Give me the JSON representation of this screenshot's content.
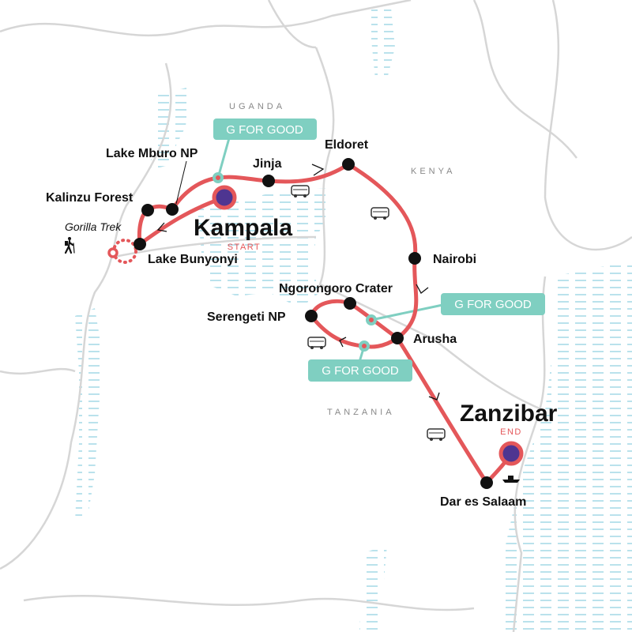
{
  "colors": {
    "route": "#e4575a",
    "stop": "#111111",
    "start_end_fill": "#4e3591",
    "g_for_good": "#7fcfc1",
    "border": "#d6d6d6",
    "water": "#a8dbe8"
  },
  "countries": [
    "UGANDA",
    "KENYA",
    "TANZANIA"
  ],
  "stops": {
    "kampala": "Kampala",
    "kampala_tag": "START",
    "jinja": "Jinja",
    "eldoret": "Eldoret",
    "nairobi": "Nairobi",
    "arusha": "Arusha",
    "ngorongoro": "Ngorongoro Crater",
    "serengeti": "Serengeti NP",
    "lake_mburo": "Lake Mburo NP",
    "kalinzu": "Kalinzu Forest",
    "lake_bunyonyi": "Lake Bunyonyi",
    "gorilla_trek": "Gorilla Trek",
    "dar": "Dar es Salaam",
    "zanzibar": "Zanzibar",
    "zanzibar_tag": "END"
  },
  "callouts": [
    "G FOR GOOD",
    "G FOR GOOD",
    "G FOR GOOD"
  ],
  "icons": [
    "bus-icon",
    "boat-icon",
    "hiker-icon"
  ]
}
